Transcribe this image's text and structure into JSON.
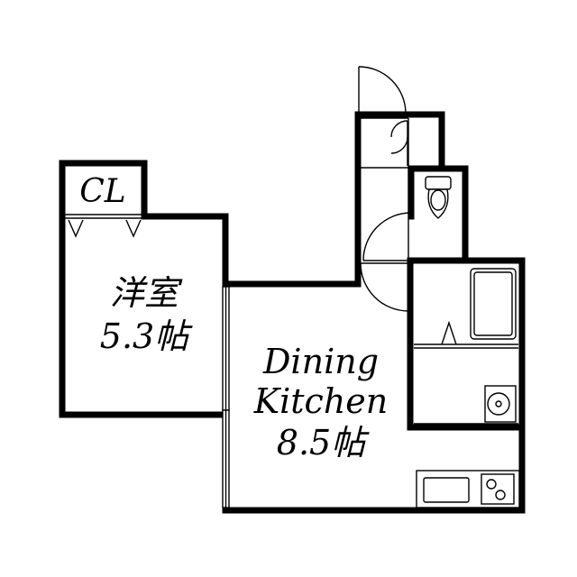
{
  "rooms": {
    "closet": {
      "label": "CL"
    },
    "western_room": {
      "name": "洋室",
      "size": "5.3帖"
    },
    "dining_kitchen": {
      "line1": "Dining",
      "line2": "Kitchen",
      "size": "8.5帖"
    }
  },
  "colors": {
    "wall": "#000000",
    "background": "#ffffff"
  },
  "icons": [
    "door-swing-icon",
    "toilet-icon",
    "bathtub-icon",
    "sink-icon",
    "stove-icon",
    "kitchen-sink-icon",
    "washing-pan-icon"
  ]
}
